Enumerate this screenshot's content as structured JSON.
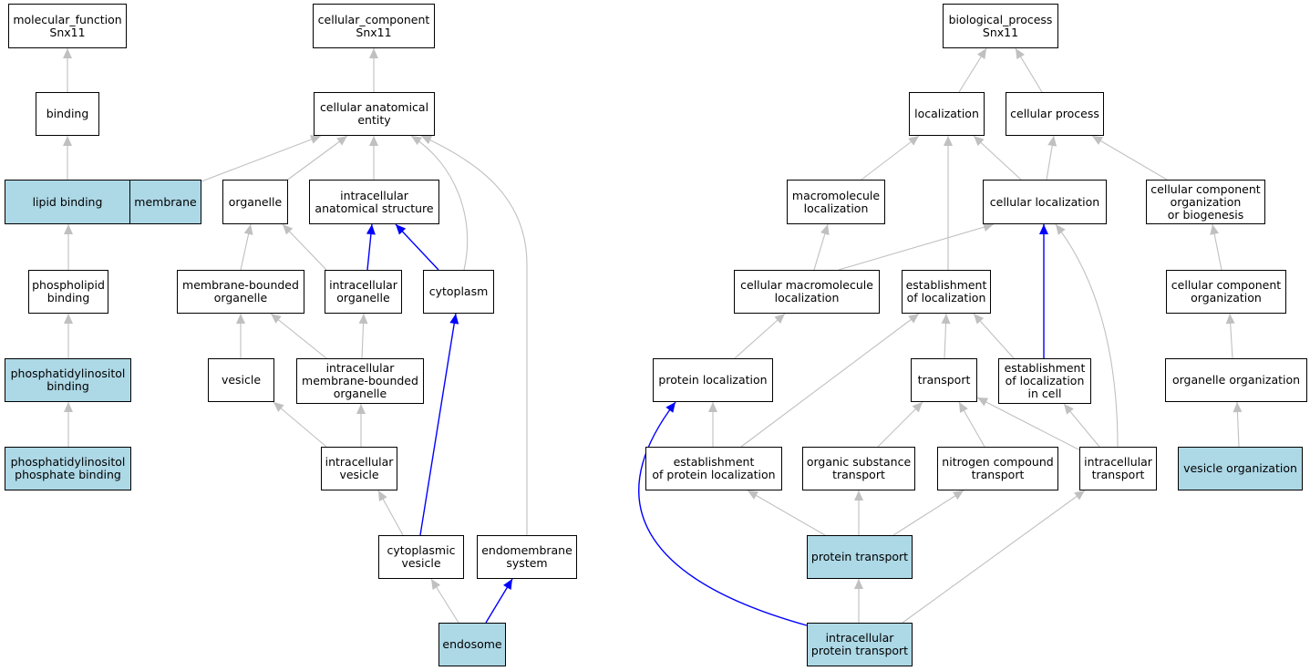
{
  "colors": {
    "highlight_fill": "#add8e6",
    "node_fill": "#ffffff",
    "node_border": "#000000",
    "edge_gray": "#c0c0c0",
    "edge_blue": "#0000ff"
  },
  "nodes": {
    "mf_root": {
      "label": "molecular_function\nSnx11",
      "highlighted": false
    },
    "binding": {
      "label": "binding",
      "highlighted": false
    },
    "lipid_binding": {
      "label": "lipid binding",
      "highlighted": true
    },
    "phospholipid_binding": {
      "label": "phospholipid\nbinding",
      "highlighted": false
    },
    "pi_binding": {
      "label": "phosphatidylinositol\nbinding",
      "highlighted": true
    },
    "pip_binding": {
      "label": "phosphatidylinositol\nphosphate binding",
      "highlighted": true
    },
    "cc_root": {
      "label": "cellular_component\nSnx11",
      "highlighted": false
    },
    "cae": {
      "label": "cellular anatomical\nentity",
      "highlighted": false
    },
    "membrane": {
      "label": "membrane",
      "highlighted": true
    },
    "organelle": {
      "label": "organelle",
      "highlighted": false
    },
    "ias": {
      "label": "intracellular\nanatomical structure",
      "highlighted": false
    },
    "mbo": {
      "label": "membrane-bounded\norganelle",
      "highlighted": false
    },
    "io": {
      "label": "intracellular\norganelle",
      "highlighted": false
    },
    "cytoplasm": {
      "label": "cytoplasm",
      "highlighted": false
    },
    "vesicle": {
      "label": "vesicle",
      "highlighted": false
    },
    "imbo": {
      "label": "intracellular\nmembrane-bounded\norganelle",
      "highlighted": false
    },
    "iv": {
      "label": "intracellular\nvesicle",
      "highlighted": false
    },
    "cv": {
      "label": "cytoplasmic\nvesicle",
      "highlighted": false
    },
    "es": {
      "label": "endomembrane\nsystem",
      "highlighted": false
    },
    "endosome": {
      "label": "endosome",
      "highlighted": true
    },
    "bp_root": {
      "label": "biological_process\nSnx11",
      "highlighted": false
    },
    "localization": {
      "label": "localization",
      "highlighted": false
    },
    "cell_process": {
      "label": "cellular process",
      "highlighted": false
    },
    "macro_loc": {
      "label": "macromolecule\nlocalization",
      "highlighted": false
    },
    "cell_loc": {
      "label": "cellular localization",
      "highlighted": false
    },
    "ccob": {
      "label": "cellular component\norganization\nor biogenesis",
      "highlighted": false
    },
    "cml": {
      "label": "cellular macromolecule\nlocalization",
      "highlighted": false
    },
    "eol": {
      "label": "establishment\nof localization",
      "highlighted": false
    },
    "cco": {
      "label": "cellular component\norganization",
      "highlighted": false
    },
    "protein_loc": {
      "label": "protein localization",
      "highlighted": false
    },
    "transport": {
      "label": "transport",
      "highlighted": false
    },
    "eolic": {
      "label": "establishment\nof localization\nin cell",
      "highlighted": false
    },
    "org_org": {
      "label": "organelle organization",
      "highlighted": false
    },
    "epl": {
      "label": "establishment\nof protein localization",
      "highlighted": false
    },
    "ost": {
      "label": "organic substance\ntransport",
      "highlighted": false
    },
    "nct": {
      "label": "nitrogen compound\ntransport",
      "highlighted": false
    },
    "it": {
      "label": "intracellular\ntransport",
      "highlighted": false
    },
    "ves_org": {
      "label": "vesicle organization",
      "highlighted": true
    },
    "prot_trans": {
      "label": "protein transport",
      "highlighted": true
    },
    "ipt": {
      "label": "intracellular\nprotein transport",
      "highlighted": true
    }
  },
  "edges": [
    {
      "from": "binding",
      "to": "mf_root",
      "type": "is_a"
    },
    {
      "from": "lipid_binding",
      "to": "binding",
      "type": "is_a"
    },
    {
      "from": "phospholipid_binding",
      "to": "lipid_binding",
      "type": "is_a"
    },
    {
      "from": "pi_binding",
      "to": "phospholipid_binding",
      "type": "is_a"
    },
    {
      "from": "pip_binding",
      "to": "pi_binding",
      "type": "is_a"
    },
    {
      "from": "cae",
      "to": "cc_root",
      "type": "is_a"
    },
    {
      "from": "membrane",
      "to": "cae",
      "type": "is_a"
    },
    {
      "from": "organelle",
      "to": "cae",
      "type": "is_a"
    },
    {
      "from": "ias",
      "to": "cae",
      "type": "is_a"
    },
    {
      "from": "cytoplasm",
      "to": "cae",
      "type": "is_a"
    },
    {
      "from": "es",
      "to": "cae",
      "type": "is_a"
    },
    {
      "from": "mbo",
      "to": "organelle",
      "type": "is_a"
    },
    {
      "from": "io",
      "to": "organelle",
      "type": "is_a"
    },
    {
      "from": "io",
      "to": "ias",
      "type": "part_of"
    },
    {
      "from": "cytoplasm",
      "to": "ias",
      "type": "part_of"
    },
    {
      "from": "vesicle",
      "to": "mbo",
      "type": "is_a"
    },
    {
      "from": "imbo",
      "to": "mbo",
      "type": "is_a"
    },
    {
      "from": "imbo",
      "to": "io",
      "type": "is_a"
    },
    {
      "from": "iv",
      "to": "vesicle",
      "type": "is_a"
    },
    {
      "from": "iv",
      "to": "imbo",
      "type": "is_a"
    },
    {
      "from": "cv",
      "to": "iv",
      "type": "is_a"
    },
    {
      "from": "cv",
      "to": "cytoplasm",
      "type": "part_of"
    },
    {
      "from": "endosome",
      "to": "cv",
      "type": "is_a"
    },
    {
      "from": "endosome",
      "to": "es",
      "type": "part_of"
    },
    {
      "from": "localization",
      "to": "bp_root",
      "type": "is_a"
    },
    {
      "from": "cell_process",
      "to": "bp_root",
      "type": "is_a"
    },
    {
      "from": "macro_loc",
      "to": "localization",
      "type": "is_a"
    },
    {
      "from": "cell_loc",
      "to": "localization",
      "type": "is_a"
    },
    {
      "from": "cell_loc",
      "to": "cell_process",
      "type": "is_a"
    },
    {
      "from": "ccob",
      "to": "cell_process",
      "type": "is_a"
    },
    {
      "from": "eol",
      "to": "localization",
      "type": "is_a"
    },
    {
      "from": "cml",
      "to": "macro_loc",
      "type": "is_a"
    },
    {
      "from": "cml",
      "to": "cell_loc",
      "type": "is_a"
    },
    {
      "from": "cco",
      "to": "ccob",
      "type": "is_a"
    },
    {
      "from": "protein_loc",
      "to": "cml",
      "type": "is_a"
    },
    {
      "from": "transport",
      "to": "eol",
      "type": "is_a"
    },
    {
      "from": "eolic",
      "to": "eol",
      "type": "is_a"
    },
    {
      "from": "eolic",
      "to": "cell_loc",
      "type": "part_of"
    },
    {
      "from": "org_org",
      "to": "cco",
      "type": "is_a"
    },
    {
      "from": "epl",
      "to": "protein_loc",
      "type": "is_a"
    },
    {
      "from": "epl",
      "to": "eol",
      "type": "is_a"
    },
    {
      "from": "ost",
      "to": "transport",
      "type": "is_a"
    },
    {
      "from": "nct",
      "to": "transport",
      "type": "is_a"
    },
    {
      "from": "it",
      "to": "transport",
      "type": "is_a"
    },
    {
      "from": "it",
      "to": "eolic",
      "type": "is_a"
    },
    {
      "from": "it",
      "to": "cell_loc",
      "type": "is_a"
    },
    {
      "from": "ves_org",
      "to": "org_org",
      "type": "is_a"
    },
    {
      "from": "prot_trans",
      "to": "epl",
      "type": "is_a"
    },
    {
      "from": "prot_trans",
      "to": "ost",
      "type": "is_a"
    },
    {
      "from": "prot_trans",
      "to": "nct",
      "type": "is_a"
    },
    {
      "from": "ipt",
      "to": "prot_trans",
      "type": "is_a"
    },
    {
      "from": "ipt",
      "to": "it",
      "type": "is_a"
    },
    {
      "from": "ipt",
      "to": "protein_loc",
      "type": "part_of"
    }
  ]
}
